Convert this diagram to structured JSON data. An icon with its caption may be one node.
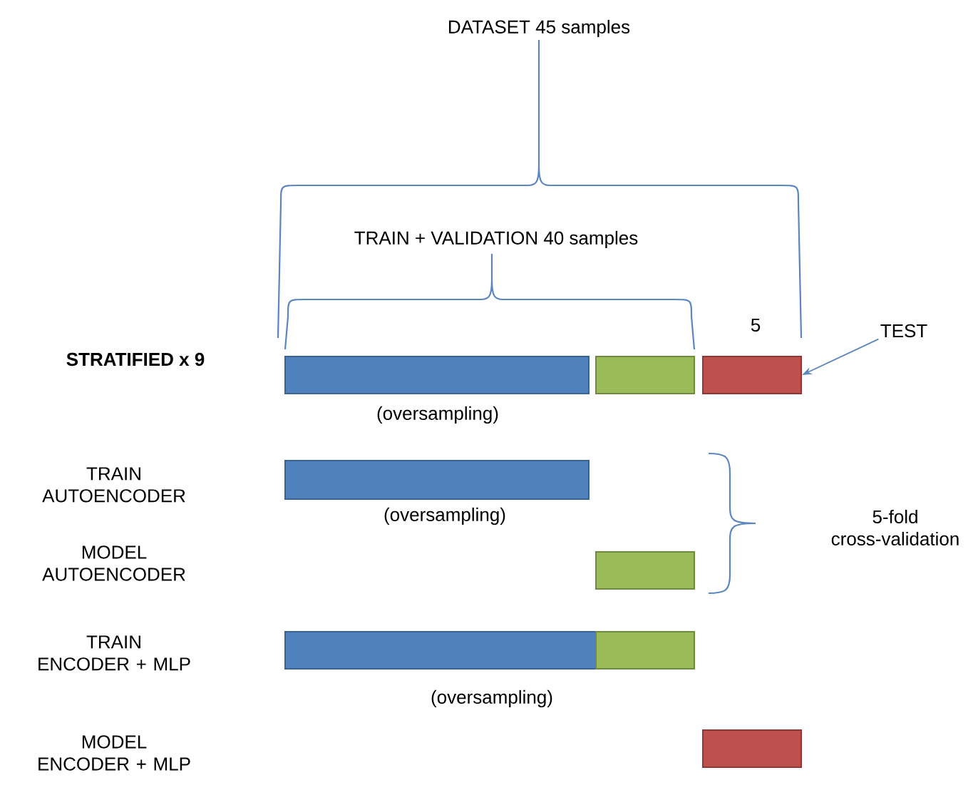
{
  "diagram": {
    "nodes": [
      {
        "text": [
          "TEST"
        ]
      },
      {
        "text": [],
        "shape": "bar",
        "beside": [
          "(oversampling)"
        ]
      },
      {
        "text": [],
        "shape": "bar"
      },
      {
        "text": [],
        "shape": "bar",
        "beside": [
          "5"
        ]
      },
      {
        "text": [],
        "shape": "bar",
        "beside": [
          "(oversampling)"
        ]
      },
      {
        "text": [],
        "shape": "bar"
      },
      {
        "text": [],
        "shape": "bar",
        "beside": [
          "(oversampling)"
        ]
      },
      {
        "text": [],
        "shape": "bar"
      },
      {
        "text": [],
        "shape": "bar"
      }
    ],
    "edges": [
      {
        "from": 0,
        "to": 3,
        "arrow": "to"
      }
    ],
    "labels": [
      "DATASET 45 samples",
      "TRAIN + VALIDATION 40 samples",
      "STRATIFIED x 9",
      "TRAIN AUTOENCODER",
      "MODEL AUTOENCODER",
      "5-fold cross-validation",
      "TRAIN ENCODER + MLP",
      "MODEL ENCODER + MLP"
    ]
  }
}
